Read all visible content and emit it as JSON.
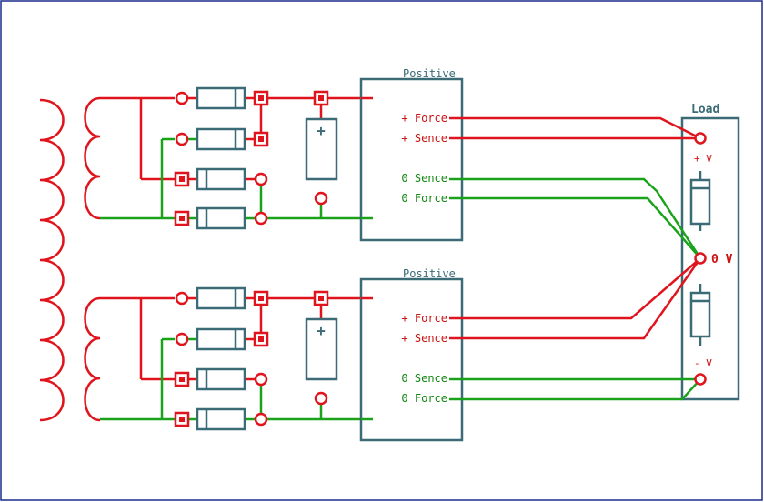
{
  "colors": {
    "red": "#e0141c",
    "green": "#1aa31a",
    "teal": "#3a6b76",
    "component_fill": "#ffffff",
    "border": "#1a2a8a"
  },
  "modules": [
    {
      "title": "Positive",
      "pins": {
        "plus_force": "+ Force",
        "plus_sence": "+ Sence",
        "zero_sence": "0 Sence",
        "zero_force": "0 Force"
      }
    },
    {
      "title": "Positive",
      "pins": {
        "plus_force": "+ Force",
        "plus_sence": "+ Sence",
        "zero_sence": "0 Sence",
        "zero_force": "0 Force"
      }
    }
  ],
  "load": {
    "title": "Load",
    "plus_v": "+ V",
    "zero_v": "0 V",
    "minus_v": "- V"
  },
  "capacitor_symbol": "+"
}
